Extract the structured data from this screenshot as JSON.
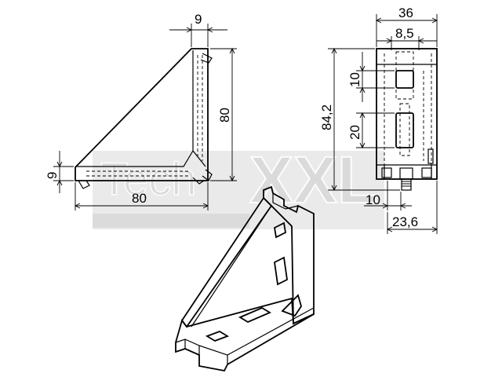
{
  "watermark": {
    "text_left": "Tech",
    "text_right": "XXL"
  },
  "front_view": {
    "dim_top": "9",
    "dim_height": "80",
    "dim_left": "9",
    "dim_bottom": "80"
  },
  "side_view": {
    "dim_width_outer": "36",
    "dim_width_inner": "8,5",
    "dim_total_height": "84,2",
    "dim_slot_upper": "10",
    "dim_slot_lower": "20",
    "dim_bottom_left": "10",
    "dim_bottom_right": "23,6"
  },
  "colors": {
    "line": "#000000",
    "watermark": "#d9d9d9"
  }
}
